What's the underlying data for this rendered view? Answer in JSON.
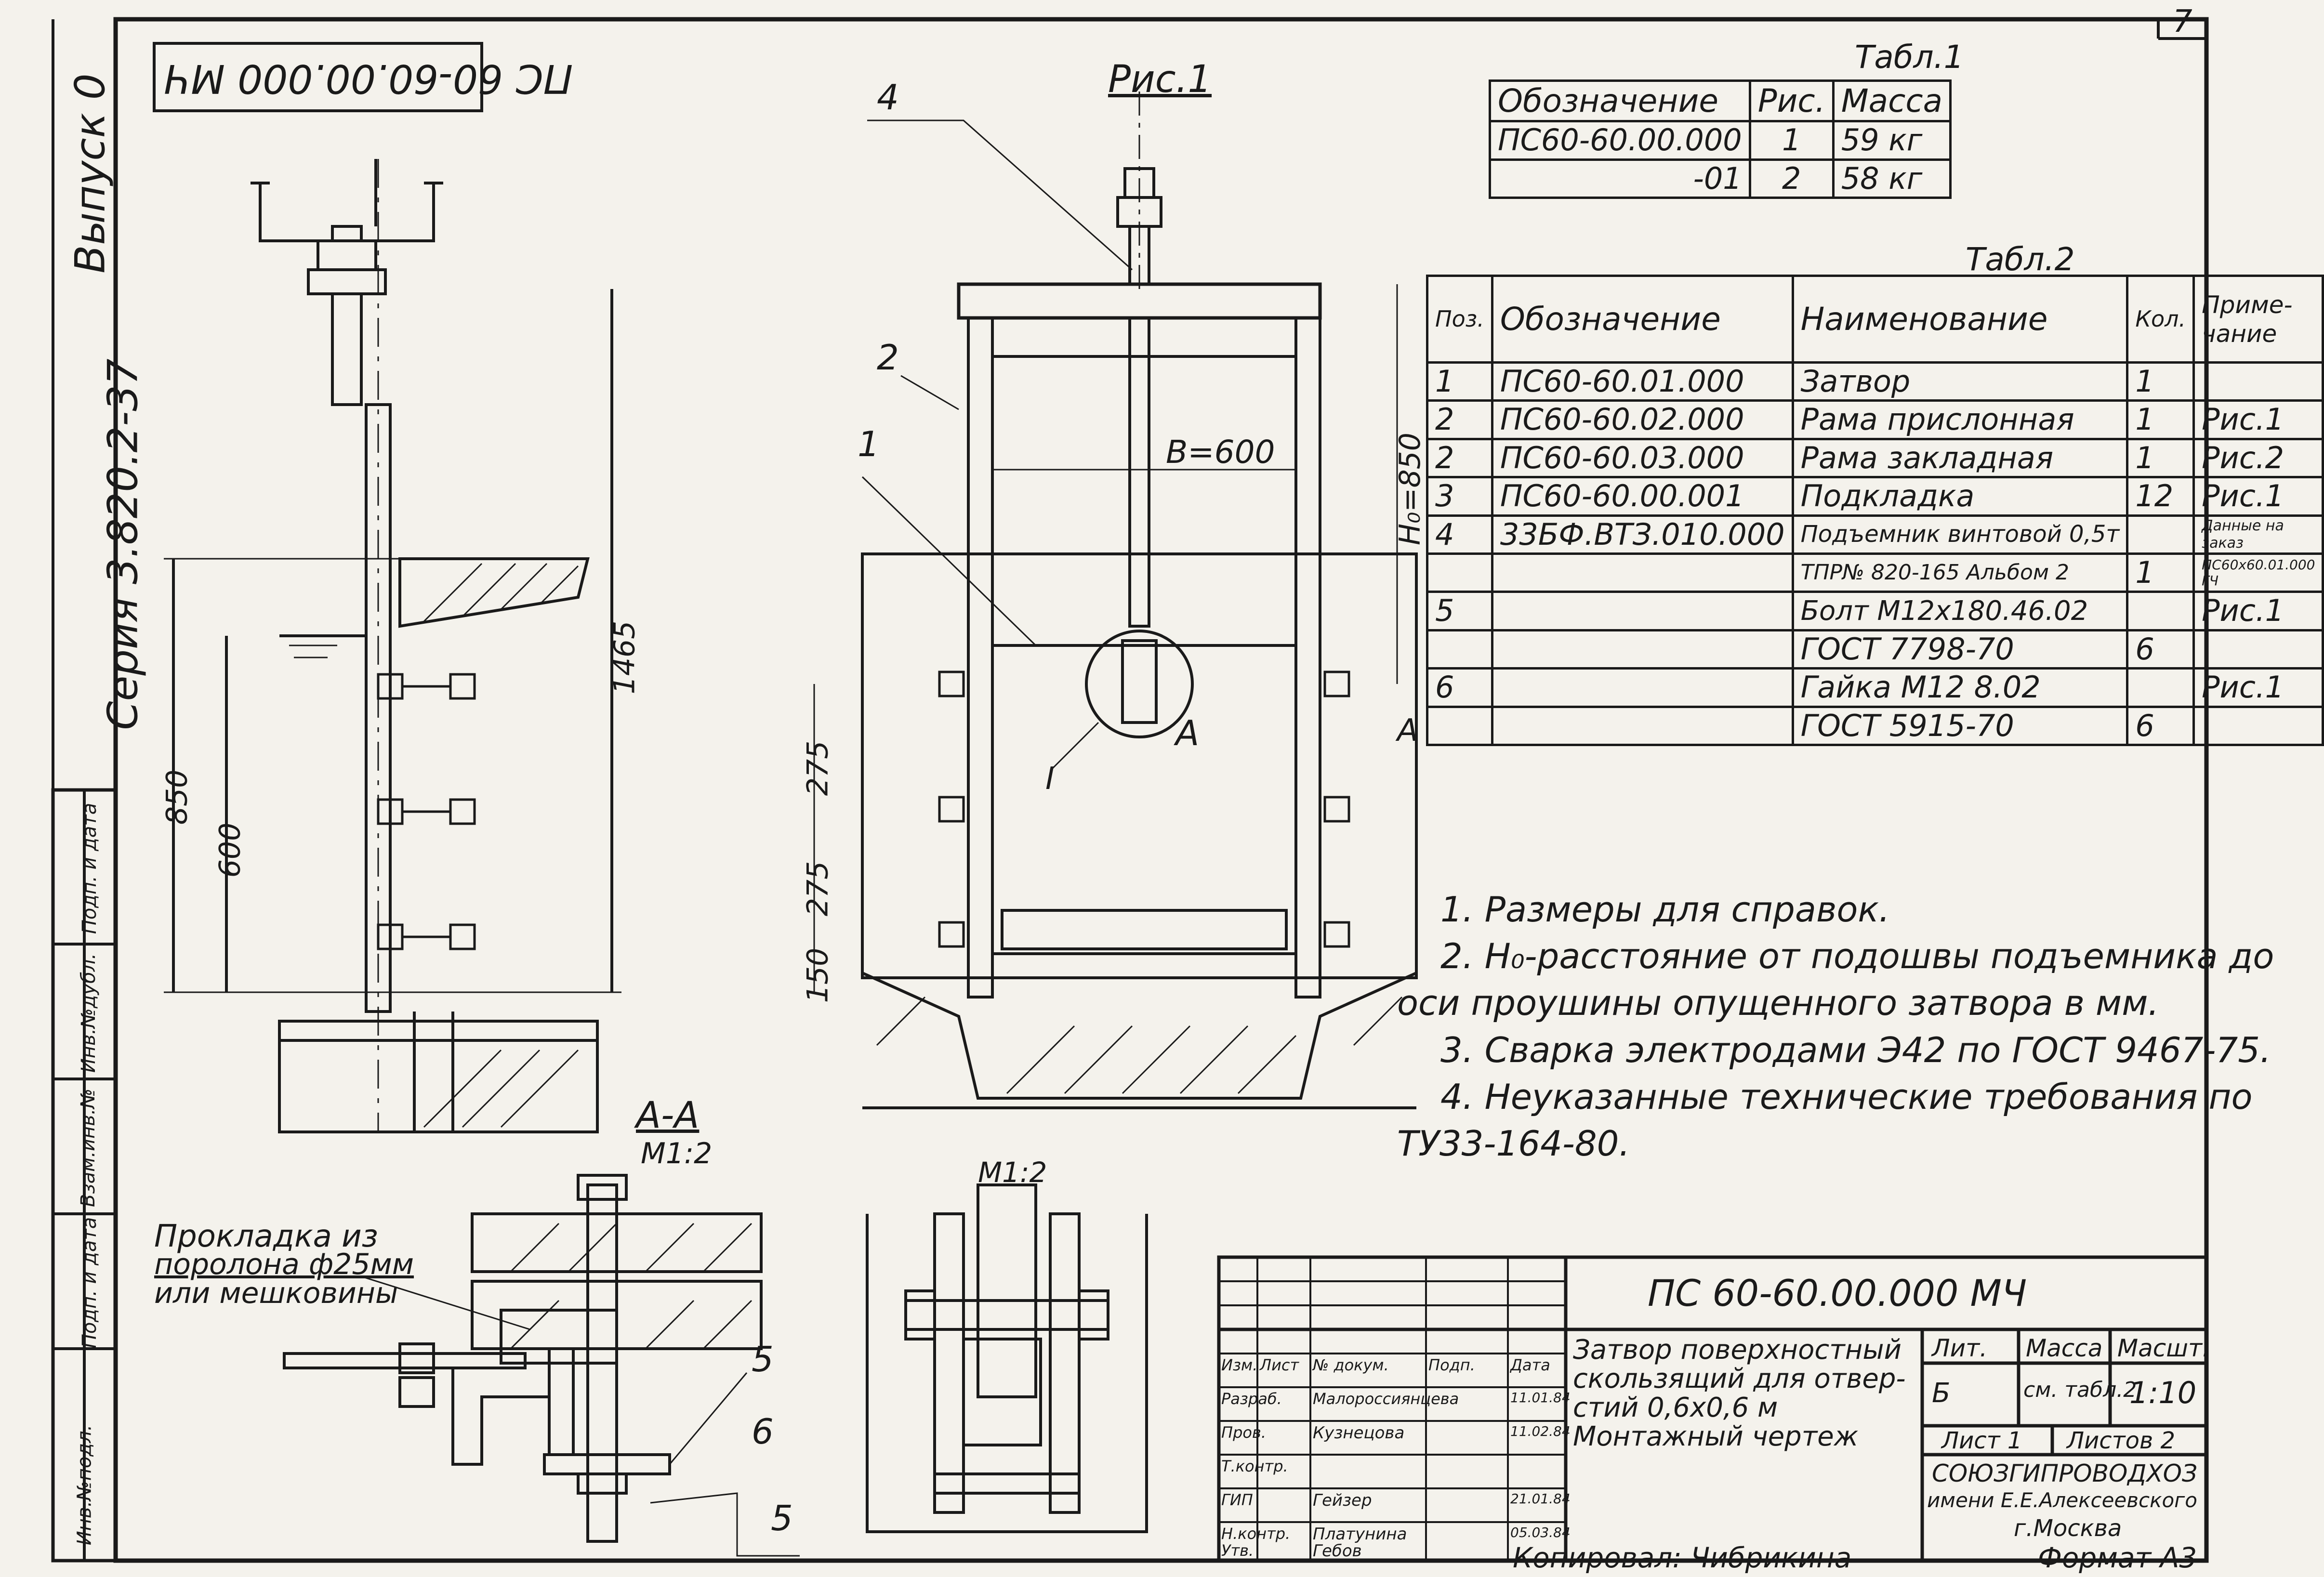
{
  "sheet": {
    "page_number": "7",
    "doc_code_top": "ПС 60-60.00.000 МЧ",
    "vypusk": "Выпуск 0",
    "seriya": "Серия 3.820.2-37",
    "fig1_label": "Рис.1",
    "side_strip": [
      "Инв.№подл.",
      "Подп. и дата",
      "Взам.инв.№",
      "Инв.№дубл.",
      "Подп. и дата"
    ]
  },
  "table1": {
    "title": "Табл.1",
    "headers": [
      "Обозначение",
      "Рис.",
      "Масса"
    ],
    "rows": [
      [
        "ПС60-60.00.000",
        "1",
        "59 кг"
      ],
      [
        "-01",
        "2",
        "58 кг"
      ]
    ]
  },
  "table2": {
    "title": "Табл.2",
    "headers": [
      "Поз.",
      "Обозначение",
      "Наименование",
      "Кол.",
      "Приме-чание"
    ],
    "rows": [
      [
        "1",
        "ПС60-60.01.000",
        "Затвор",
        "1",
        ""
      ],
      [
        "2",
        "ПС60-60.02.000",
        "Рама прислонная",
        "1",
        "Рис.1"
      ],
      [
        "2",
        "ПС60-60.03.000",
        "Рама закладная",
        "1",
        "Рис.2"
      ],
      [
        "3",
        "ПС60-60.00.001",
        "Подкладка",
        "12",
        "Рис.1"
      ],
      [
        "4",
        "33БФ.ВТЗ.010.000",
        "Подъемник винтовой 0,5т",
        "",
        "Данные на заказ"
      ],
      [
        "",
        "",
        "ТПР№ 820-165 Альбом 2",
        "1",
        "ПС60х60.01.000 ГЧ"
      ],
      [
        "5",
        "",
        "Болт М12х180.46.02",
        "",
        "Рис.1"
      ],
      [
        "",
        "",
        "ГОСТ 7798-70",
        "6",
        ""
      ],
      [
        "6",
        "",
        "Гайка М12 8.02",
        "",
        "Рис.1"
      ],
      [
        "",
        "",
        "ГОСТ 5915-70",
        "6",
        ""
      ]
    ]
  },
  "notes": [
    "1. Размеры для справок.",
    "2. Н₀-расстояние от подошвы подъемника до",
    "оси проушины опущенного затвора в мм.",
    "3. Сварка электродами Э42 по ГОСТ 9467-75.",
    "4. Неуказанные технические требования по",
    "ТУ33-164-80."
  ],
  "dimensions": {
    "b": "В=600",
    "h0": "Н₀=850",
    "h_total": "1465",
    "d850": "850",
    "d600": "600",
    "d275a": "275",
    "d275b": "275",
    "d150": "150"
  },
  "callouts": {
    "pos1": "1",
    "pos2": "2",
    "pos4": "4",
    "pos5": "5",
    "pos6": "6",
    "pos5b": "5",
    "section_a": "А",
    "section_a2": "А",
    "section_i": "I",
    "section_aa": "А-А",
    "scale_aa": "М1:2",
    "scale_i": "М1:2",
    "gasket": [
      "Прокладка из",
      "поролона ф25мм",
      "или мешковины"
    ]
  },
  "title_block": {
    "code": "ПС 60-60.00.000 МЧ",
    "name_lines": [
      "Затвор поверхностный",
      "скользящий для отвер-",
      "стий 0,6х0,6 м",
      "Монтажный чертеж"
    ],
    "lit_label": "Лит.",
    "mass_label": "Масса",
    "scale_label": "Масшт.",
    "lit_value": "Б",
    "mass_value": "см. табл.2",
    "scale_value": "1:10",
    "sheet_label": "Лист 1",
    "sheets_label": "Листов 2",
    "org": [
      "СОЮЗГИПРОВОДХОЗ",
      "имени Е.Е.Алексеевского",
      "г.Москва"
    ],
    "rows": [
      [
        "Изм.",
        "Лист",
        "№ докум.",
        "Подп.",
        "Дата"
      ],
      [
        "Разраб.",
        "",
        "Малороссиянцева",
        "",
        "11.01.84"
      ],
      [
        "Пров.",
        "",
        "Кузнецова",
        "",
        "11.02.84"
      ],
      [
        "Т.контр.",
        "",
        "",
        "",
        ""
      ],
      [
        "ГИП",
        "",
        "Гейзер",
        "",
        "21.01.84"
      ],
      [
        "Н.контр.",
        "",
        "Платунина",
        "",
        "05.03.84"
      ],
      [
        "Утв.",
        "",
        "Гебов",
        "",
        ""
      ]
    ],
    "copied": "Копировал: Чибрикина",
    "format": "Формат А3"
  }
}
